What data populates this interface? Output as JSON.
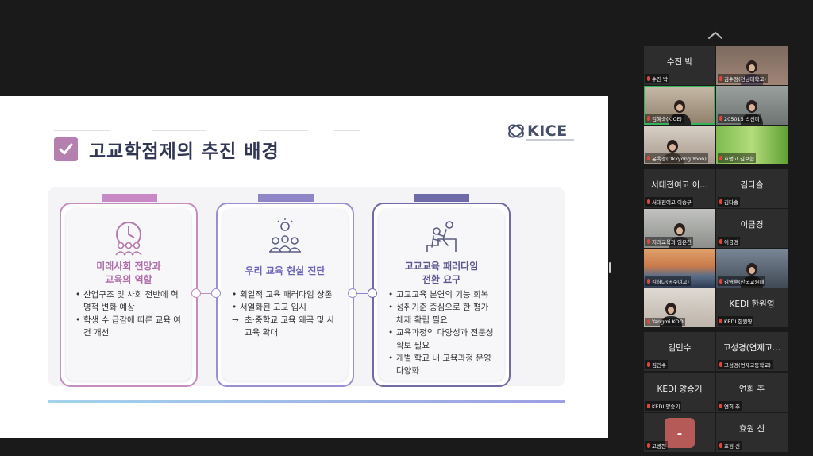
{
  "slide": {
    "title": "고교학점제의 추진 배경",
    "logo_text": "KICE",
    "cards": [
      {
        "heading": [
          "미래사회 전망과",
          "교육의 역할"
        ],
        "items": [
          {
            "text": "산업구조 및 사회 전반에 혁명적 변화 예상",
            "kind": "bullet"
          },
          {
            "text": "학생 수 급감에 따른 교육 여건 개선",
            "kind": "bullet"
          }
        ]
      },
      {
        "heading": [
          "우리 교육 현실 진단"
        ],
        "items": [
          {
            "text": "획일적 교육 패러다임 상존",
            "kind": "bullet"
          },
          {
            "text": "서열화된 고교 입시",
            "kind": "bullet"
          },
          {
            "text": "초·중학교 교육 왜곡 및 사교육 확대",
            "kind": "arrow"
          }
        ]
      },
      {
        "heading": [
          "고교교육 패러다임",
          "전환 요구"
        ],
        "items": [
          {
            "text": "고교교육 본연의 기능 회복",
            "kind": "bullet"
          },
          {
            "text": "성취기준 중심으로 한 평가 체제 확립 필요",
            "kind": "bullet"
          },
          {
            "text": "교육과정의 다양성과 전문성 확보 필요",
            "kind": "bullet"
          },
          {
            "text": "개별 학교 내 교육과정 운영 다양화",
            "kind": "bullet"
          }
        ]
      }
    ]
  },
  "gallery": {
    "participants": [
      {
        "big": "수진 박",
        "small": "수진 박"
      },
      {
        "big": "",
        "small": "김수정(전남대학교)"
      },
      {
        "big": "",
        "small": "김혜숙(KICE)"
      },
      {
        "big": "",
        "small": "205015 박선미"
      },
      {
        "big": "",
        "small": "윤옥경(Okkyong Yoon)"
      },
      {
        "big": "",
        "small": "효명고 김보현"
      },
      {
        "big": "서대전여고 이…",
        "small": "서대전여고 이승구"
      },
      {
        "big": "김다솔",
        "small": "김다솔"
      },
      {
        "big": "",
        "small": "지리교육과 임은진"
      },
      {
        "big": "이금경",
        "small": "이금경"
      },
      {
        "big": "",
        "small": "김하나(공주여고)"
      },
      {
        "big": "",
        "small": "김영훈(한국교원대"
      },
      {
        "big": "",
        "small": "Yangmi KOO"
      },
      {
        "big": "KEDI 한원영",
        "small": "KEDI 한원영"
      },
      {
        "big": "김민수",
        "small": "김민수"
      },
      {
        "big": "고성경(연제고…",
        "small": "고성경(연제고등학교)"
      },
      {
        "big": "KEDI 양승기",
        "small": "KEDI 양승기"
      },
      {
        "big": "연희 추",
        "small": "연희 추"
      },
      {
        "big": "-",
        "small": "고병천"
      },
      {
        "big": "효원 신",
        "small": "효원 신"
      }
    ]
  }
}
